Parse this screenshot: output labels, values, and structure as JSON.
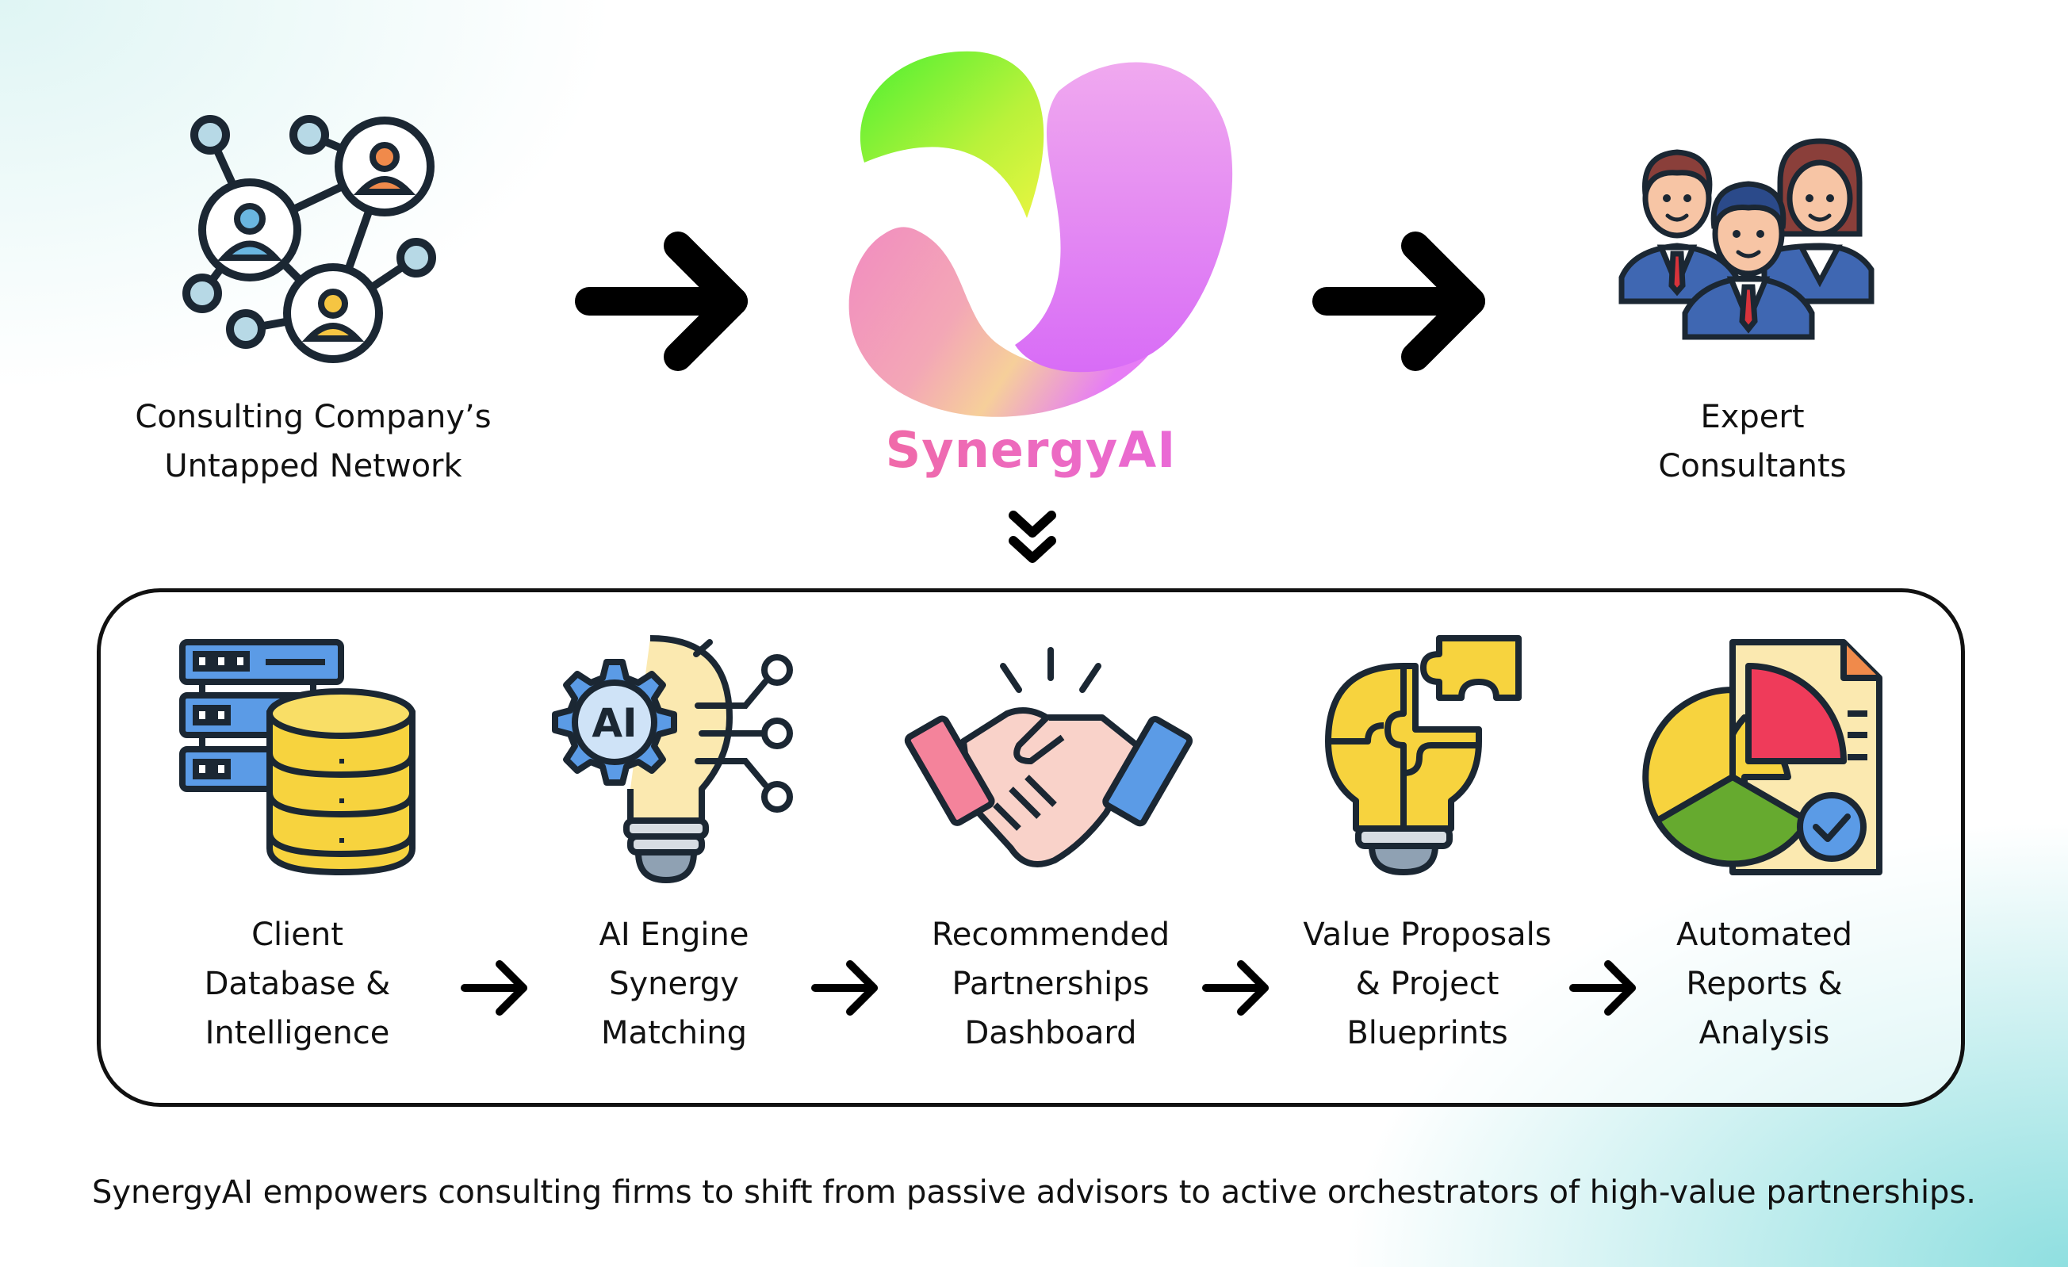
{
  "top_flow": {
    "source": {
      "icon": "network-icon",
      "lines": [
        "Consulting Company’s",
        "Untapped Network"
      ]
    },
    "center": {
      "icon": "synergyai-logo-icon",
      "brand": "SynergyAI"
    },
    "target": {
      "icon": "consultants-group-icon",
      "lines": [
        "Expert",
        "Consultants"
      ]
    }
  },
  "pipeline": [
    {
      "icon": "database-server-icon",
      "lines": [
        "Client",
        "Database &",
        "Intelligence"
      ]
    },
    {
      "icon": "ai-lightbulb-icon",
      "lines": [
        "AI Engine",
        "Synergy",
        "Matching"
      ]
    },
    {
      "icon": "handshake-icon",
      "lines": [
        "Recommended",
        "Partnerships",
        "Dashboard"
      ]
    },
    {
      "icon": "puzzle-lightbulb-icon",
      "lines": [
        "Value Proposals",
        "& Project",
        "Blueprints"
      ]
    },
    {
      "icon": "report-chart-icon",
      "lines": [
        "Automated",
        "Reports &",
        "Analysis"
      ]
    }
  ],
  "footer": "SynergyAI empowers consulting firms to shift from passive advisors to active orchestrators of high-value partnerships.",
  "colors": {
    "outline": "#111111",
    "brand_pink": "#f06aa6",
    "brand_violet": "#e87ef2",
    "brand_green": "#5ef03a"
  }
}
